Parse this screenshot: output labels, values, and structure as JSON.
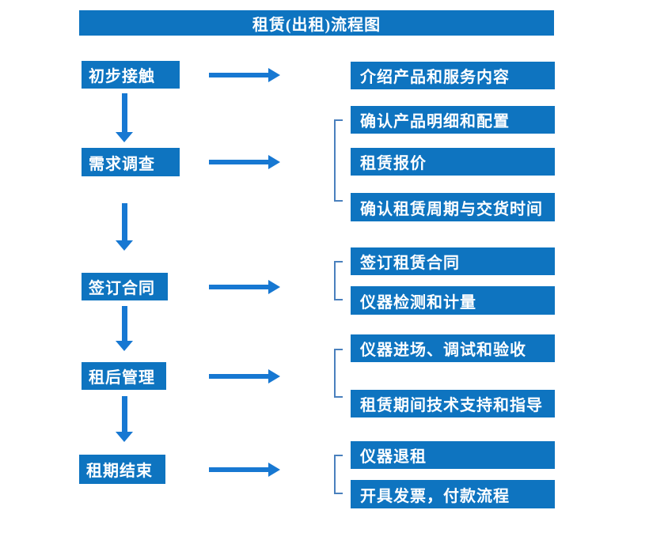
{
  "title": "租赁(出租)流程图",
  "colors": {
    "box_blue": "#0e74c0",
    "arrow_blue": "#1778d2",
    "bracket_blue": "#4a80bd",
    "text_white": "#ffffff"
  },
  "steps": [
    {
      "label": "初步接触"
    },
    {
      "label": "需求调查"
    },
    {
      "label": "签订合同"
    },
    {
      "label": "租后管理"
    },
    {
      "label": "租期结束"
    }
  ],
  "details": [
    {
      "label": "介绍产品和服务内容"
    },
    {
      "label": "确认产品明细和配置"
    },
    {
      "label": "租赁报价"
    },
    {
      "label": "确认租赁周期与交货时间"
    },
    {
      "label": "签订租赁合同"
    },
    {
      "label": "仪器检测和计量"
    },
    {
      "label": "仪器进场、调试和验收"
    },
    {
      "label": "租赁期间技术支持和指导"
    },
    {
      "label": "仪器退租"
    },
    {
      "label": "开具发票，付款流程"
    }
  ],
  "connections": [
    {
      "from": "初步接触",
      "to": [
        "介绍产品和服务内容"
      ]
    },
    {
      "from": "需求调查",
      "to": [
        "确认产品明细和配置",
        "租赁报价",
        "确认租赁周期与交货时间"
      ]
    },
    {
      "from": "签订合同",
      "to": [
        "签订租赁合同",
        "仪器检测和计量"
      ]
    },
    {
      "from": "租后管理",
      "to": [
        "仪器进场、调试和验收",
        "租赁期间技术支持和指导"
      ]
    },
    {
      "from": "租期结束",
      "to": [
        "仪器退租",
        "开具发票，付款流程"
      ]
    }
  ]
}
